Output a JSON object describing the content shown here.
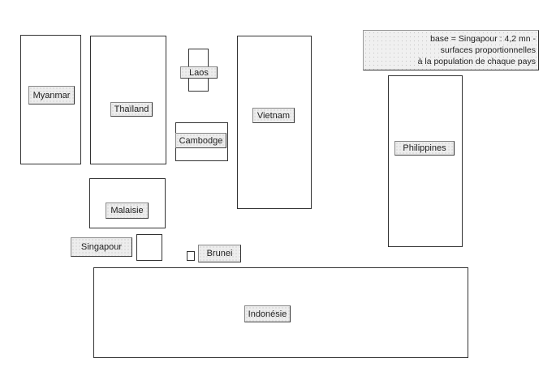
{
  "legend": {
    "lines": [
      "base = Singapour : 4,2 mn -",
      "surfaces proportionnelles",
      "à la population de chaque pays"
    ]
  },
  "countries": {
    "myanmar": "Myanmar",
    "thailand": "Thaïland",
    "laos": "Laos",
    "cambodge": "Cambodge",
    "vietnam": "Vietnam",
    "philippines": "Philippines",
    "malaisie": "Malaisie",
    "singapour": "Singapour",
    "brunei": "Brunei",
    "indonesie": "Indonésie"
  }
}
